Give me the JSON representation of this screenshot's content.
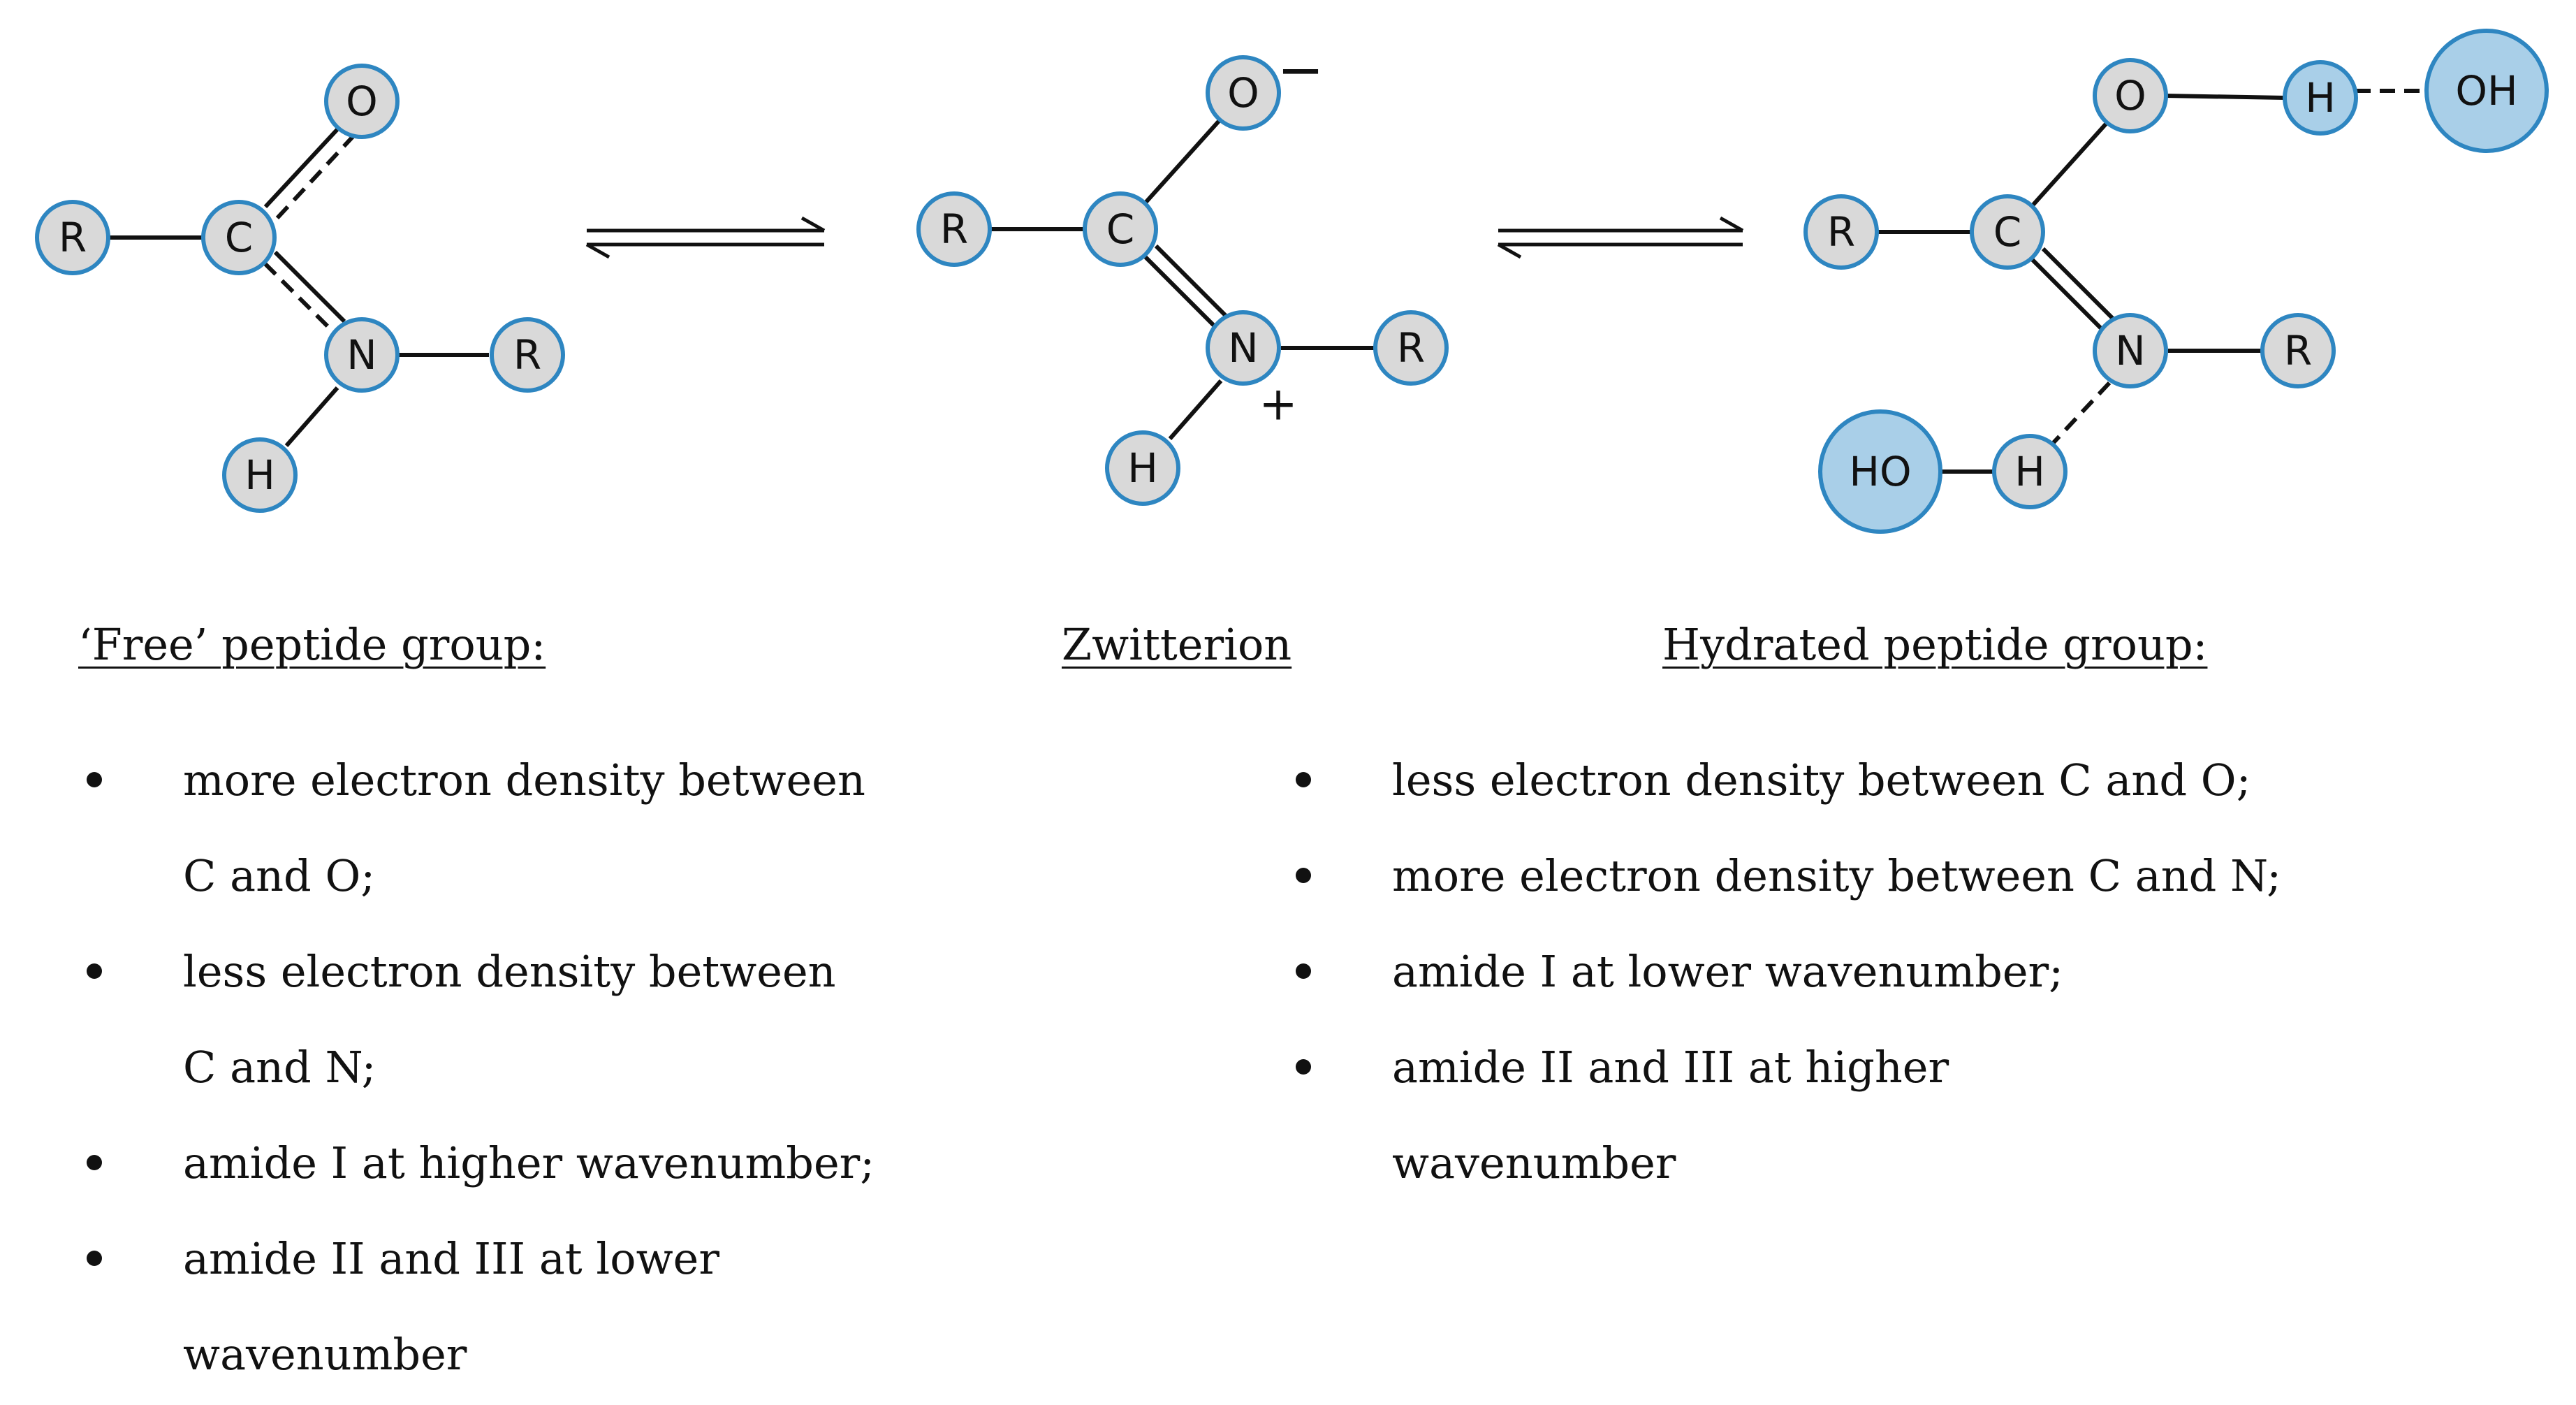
{
  "colors": {
    "atom_fill": "#d9d9d9",
    "atom_stroke": "#2e86c1",
    "water_fill": "#a9cfe8",
    "bond": "#111111"
  },
  "atoms": {
    "free": {
      "o": "O",
      "c": "C",
      "n": "N",
      "r_left": "R",
      "r_right": "R",
      "h": "H"
    },
    "zwitterion": {
      "o": "O",
      "c": "C",
      "n": "N",
      "r_left": "R",
      "r_right": "R",
      "h": "H",
      "charge_o": "−",
      "charge_n": "+"
    },
    "hydrated": {
      "o": "O",
      "c": "C",
      "n": "N",
      "r_left": "R",
      "r_right": "R",
      "h": "H",
      "h_top": "H",
      "oh_top": "OH",
      "ho_bottom": "HO"
    }
  },
  "captions": {
    "free": "‘Free’ peptide group:",
    "zwitterion": "Zwitterion",
    "hydrated": "Hydrated peptide group:"
  },
  "free_points": [
    "more electron density between C and O;",
    "less electron density between C and N;",
    "amide I at higher wavenumber;",
    "amide II and III at lower wavenumber"
  ],
  "hydrated_points": [
    "less electron density between C and O;",
    "more electron density between C and N;",
    "amide I at lower wavenumber;",
    "amide II and III at higher wavenumber"
  ]
}
